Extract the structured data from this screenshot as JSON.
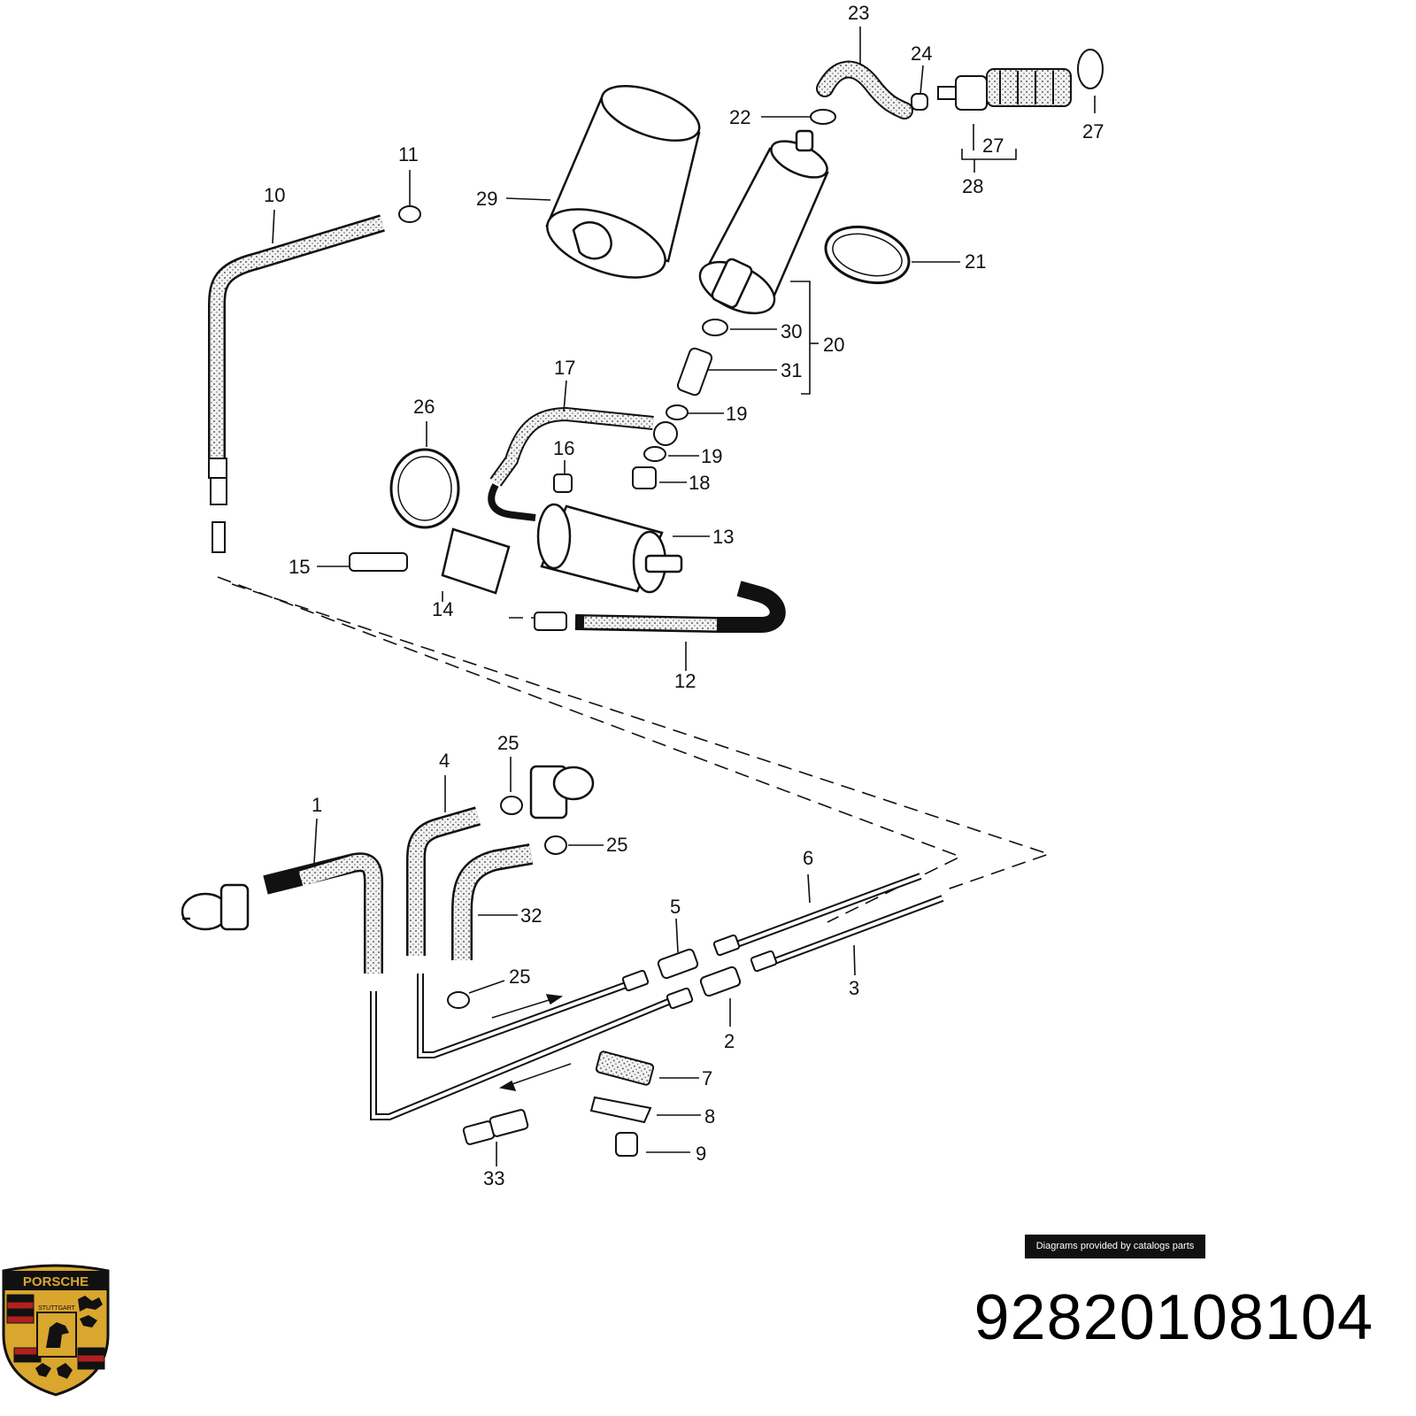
{
  "callouts": [
    {
      "id": "23",
      "label": "23"
    },
    {
      "id": "24",
      "label": "24"
    },
    {
      "id": "22",
      "label": "22"
    },
    {
      "id": "27a",
      "label": "27"
    },
    {
      "id": "27b",
      "label": "27"
    },
    {
      "id": "28",
      "label": "28"
    },
    {
      "id": "11",
      "label": "11"
    },
    {
      "id": "10",
      "label": "10"
    },
    {
      "id": "29",
      "label": "29"
    },
    {
      "id": "21",
      "label": "21"
    },
    {
      "id": "30",
      "label": "30"
    },
    {
      "id": "20",
      "label": "20"
    },
    {
      "id": "31",
      "label": "31"
    },
    {
      "id": "17",
      "label": "17"
    },
    {
      "id": "19a",
      "label": "19"
    },
    {
      "id": "26",
      "label": "26"
    },
    {
      "id": "19b",
      "label": "19"
    },
    {
      "id": "16",
      "label": "16"
    },
    {
      "id": "18",
      "label": "18"
    },
    {
      "id": "13",
      "label": "13"
    },
    {
      "id": "15",
      "label": "15"
    },
    {
      "id": "14",
      "label": "14"
    },
    {
      "id": "12",
      "label": "12"
    },
    {
      "id": "25a",
      "label": "25"
    },
    {
      "id": "4",
      "label": "4"
    },
    {
      "id": "1",
      "label": "1"
    },
    {
      "id": "25b",
      "label": "25"
    },
    {
      "id": "6",
      "label": "6"
    },
    {
      "id": "32",
      "label": "32"
    },
    {
      "id": "5",
      "label": "5"
    },
    {
      "id": "3",
      "label": "3"
    },
    {
      "id": "25c",
      "label": "25"
    },
    {
      "id": "2",
      "label": "2"
    },
    {
      "id": "7",
      "label": "7"
    },
    {
      "id": "8",
      "label": "8"
    },
    {
      "id": "9",
      "label": "9"
    },
    {
      "id": "33",
      "label": "33"
    }
  ],
  "credit": "Diagrams provided by catalogs parts",
  "part_number": "92820108104",
  "logo": {
    "top_text": "PORSCHE",
    "center_text": "STUTTGART"
  },
  "colors": {
    "ink": "#111111",
    "hose_fill": "#e9e9e9",
    "crest_gold": "#d9a62e",
    "crest_red": "#b02020",
    "crest_black": "#111111"
  }
}
